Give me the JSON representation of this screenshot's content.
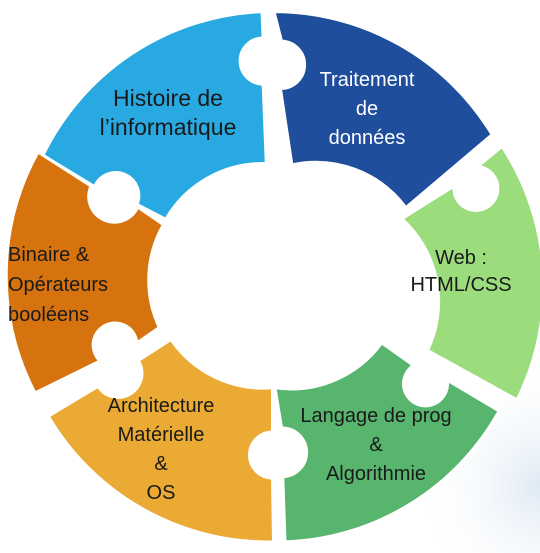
{
  "segments": [
    {
      "id": "histoire",
      "lines": [
        "Histoire de",
        "l’informatique"
      ],
      "color": "#29A9E1",
      "text_color": "#1a1a1a"
    },
    {
      "id": "traitement",
      "lines": [
        "Traitement",
        "de",
        "données"
      ],
      "color": "#1F4E9C",
      "text_color": "#ffffff"
    },
    {
      "id": "web",
      "lines": [
        "Web :",
        "HTML/CSS"
      ],
      "color": "#9BDC7C",
      "text_color": "#1a1a1a"
    },
    {
      "id": "langage",
      "lines": [
        "Langage de prog",
        "&",
        "Algorithmie"
      ],
      "color": "#57B56E",
      "text_color": "#1a1a1a"
    },
    {
      "id": "architecture",
      "lines": [
        "Architecture",
        "Matérielle",
        "&",
        "OS"
      ],
      "color": "#EAAA33",
      "text_color": "#1a1a1a"
    },
    {
      "id": "binaire",
      "lines": [
        "Binaire &",
        "Opérateurs",
        "booléens"
      ],
      "color": "#D6730E",
      "text_color": "#1a1a1a"
    }
  ]
}
